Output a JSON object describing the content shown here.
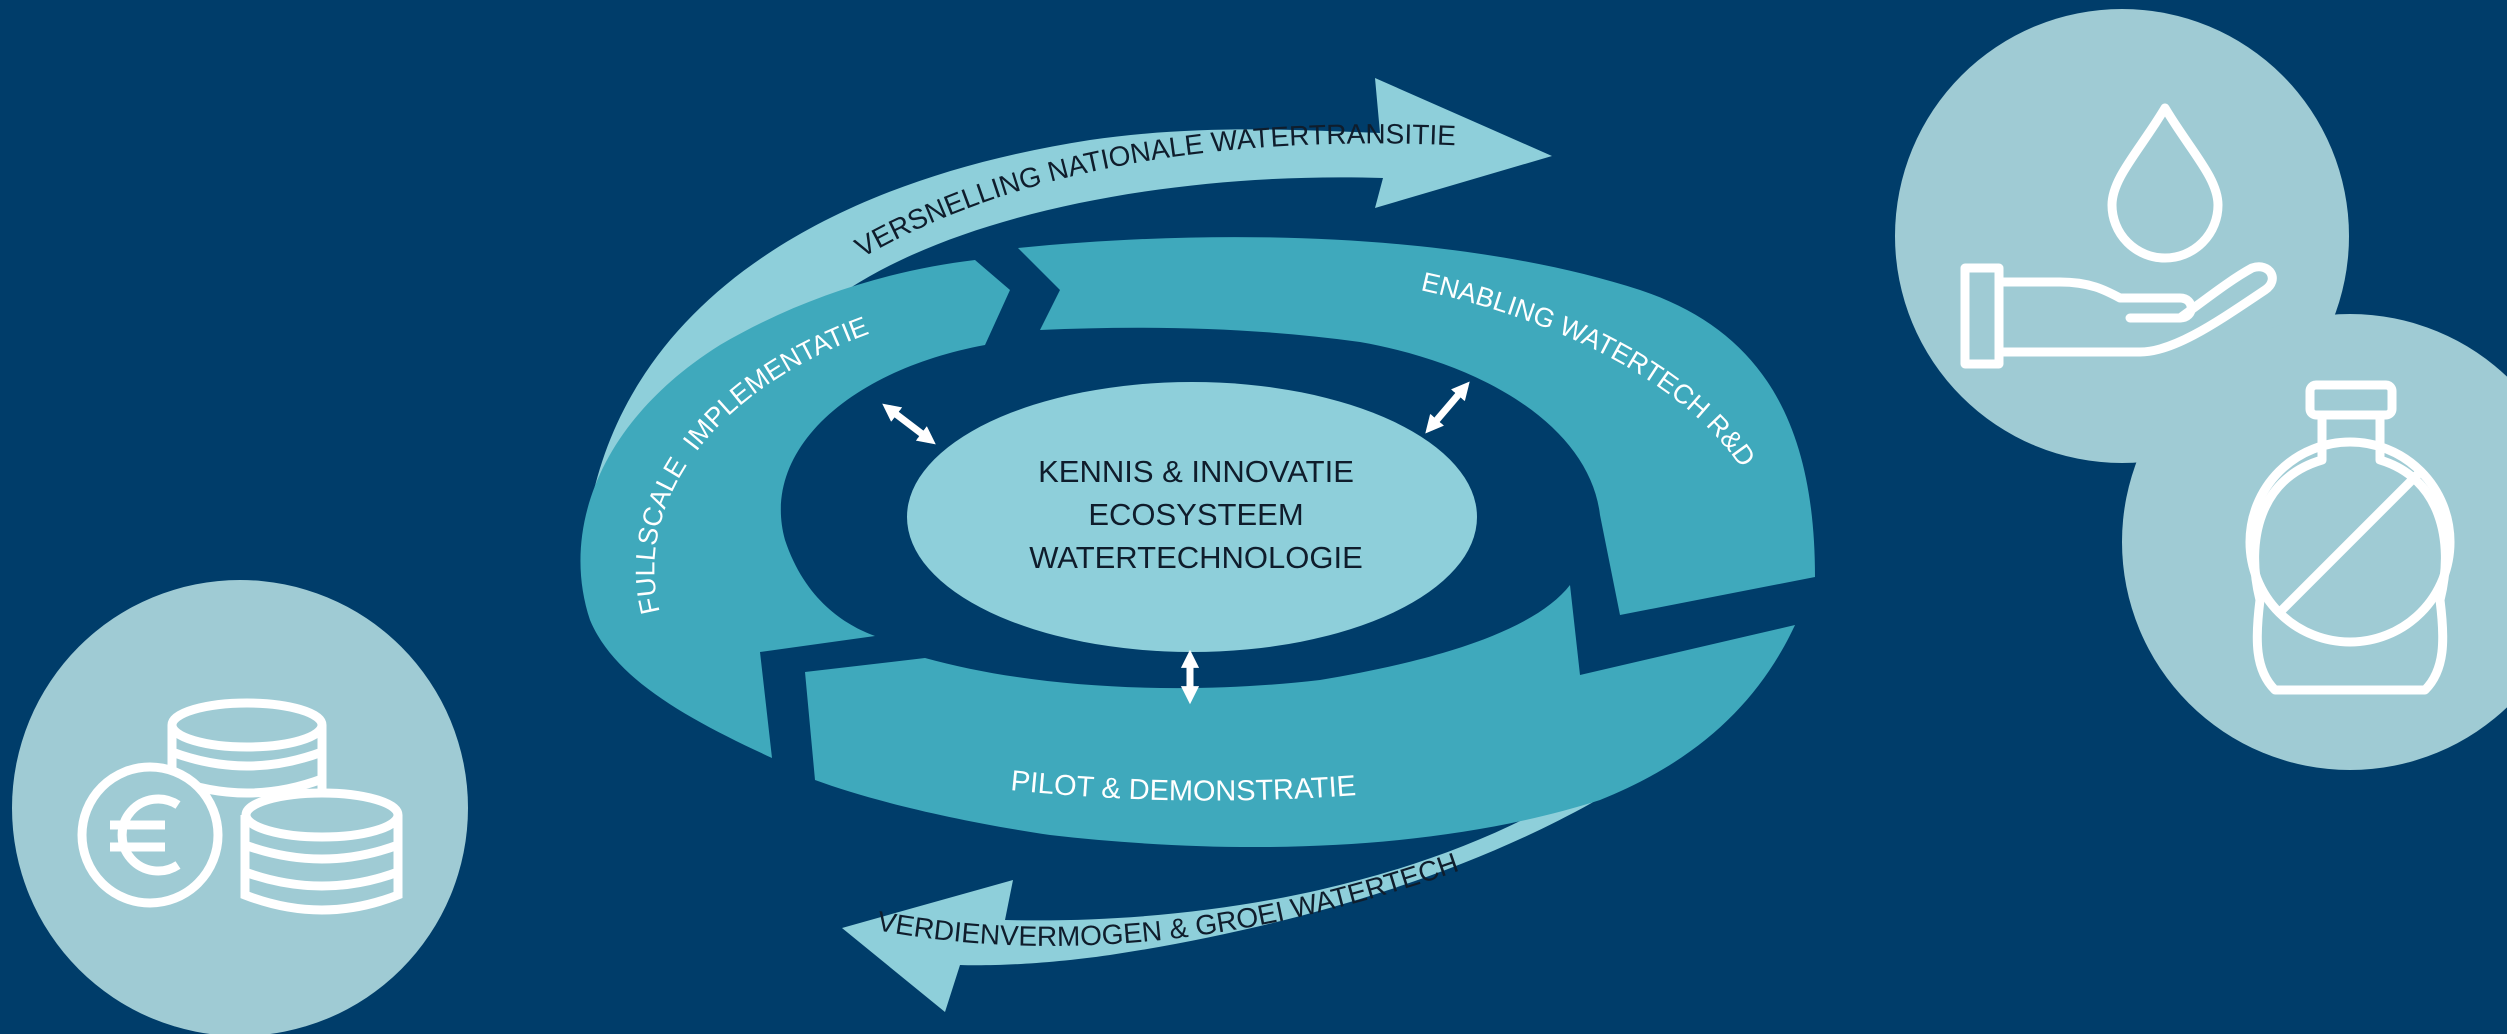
{
  "colors": {
    "background": "#003d6a",
    "outer_arrow": "#8ecfda",
    "ring_segment": "#3fa9bc",
    "center": "#8ecfda",
    "icon_circle": "#9fcbd4",
    "light_text": "#ffffff",
    "dark_text": "#0f1d2c"
  },
  "center": {
    "line1": "KENNIS & INNOVATIE",
    "line2": "ECOSYSTEEM",
    "line3": "WATERTECHNOLOGIE"
  },
  "outer_arrows": {
    "top": "VERSNELLING NATIONALE WATERTRANSITIE",
    "bottom": "VERDIENVERMOGEN & GROEI WATERTECH"
  },
  "ring": {
    "left": "FULLSCALE  IMPLEMENTATIE",
    "right": "ENABLING WATERTECH R&D",
    "bottom": "PILOT & DEMONSTRATIE"
  },
  "icons": {
    "money": "euro-coins-icon",
    "water": "water-drop-hand-icon",
    "no_plastic": "no-plastic-bottle-icon"
  }
}
